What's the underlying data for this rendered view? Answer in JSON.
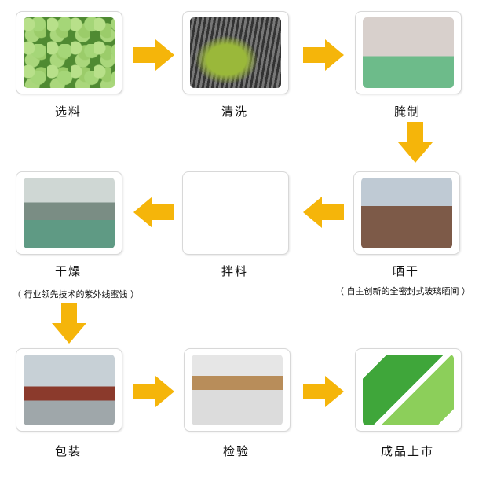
{
  "steps": [
    {
      "label": "选料"
    },
    {
      "label": "清洗"
    },
    {
      "label": "腌制"
    },
    {
      "label": "晒干",
      "note": "（ 自主创新的全密封式玻璃晒间 ）"
    },
    {
      "label": "拌料"
    },
    {
      "label": "干燥",
      "note": "（ 行业领先技术的紫外线蜜饯 ）"
    },
    {
      "label": "包装"
    },
    {
      "label": "检验"
    },
    {
      "label": "成品上市"
    }
  ],
  "colors": {
    "arrow": "#f5b50a",
    "border": "#d8d8d8"
  }
}
